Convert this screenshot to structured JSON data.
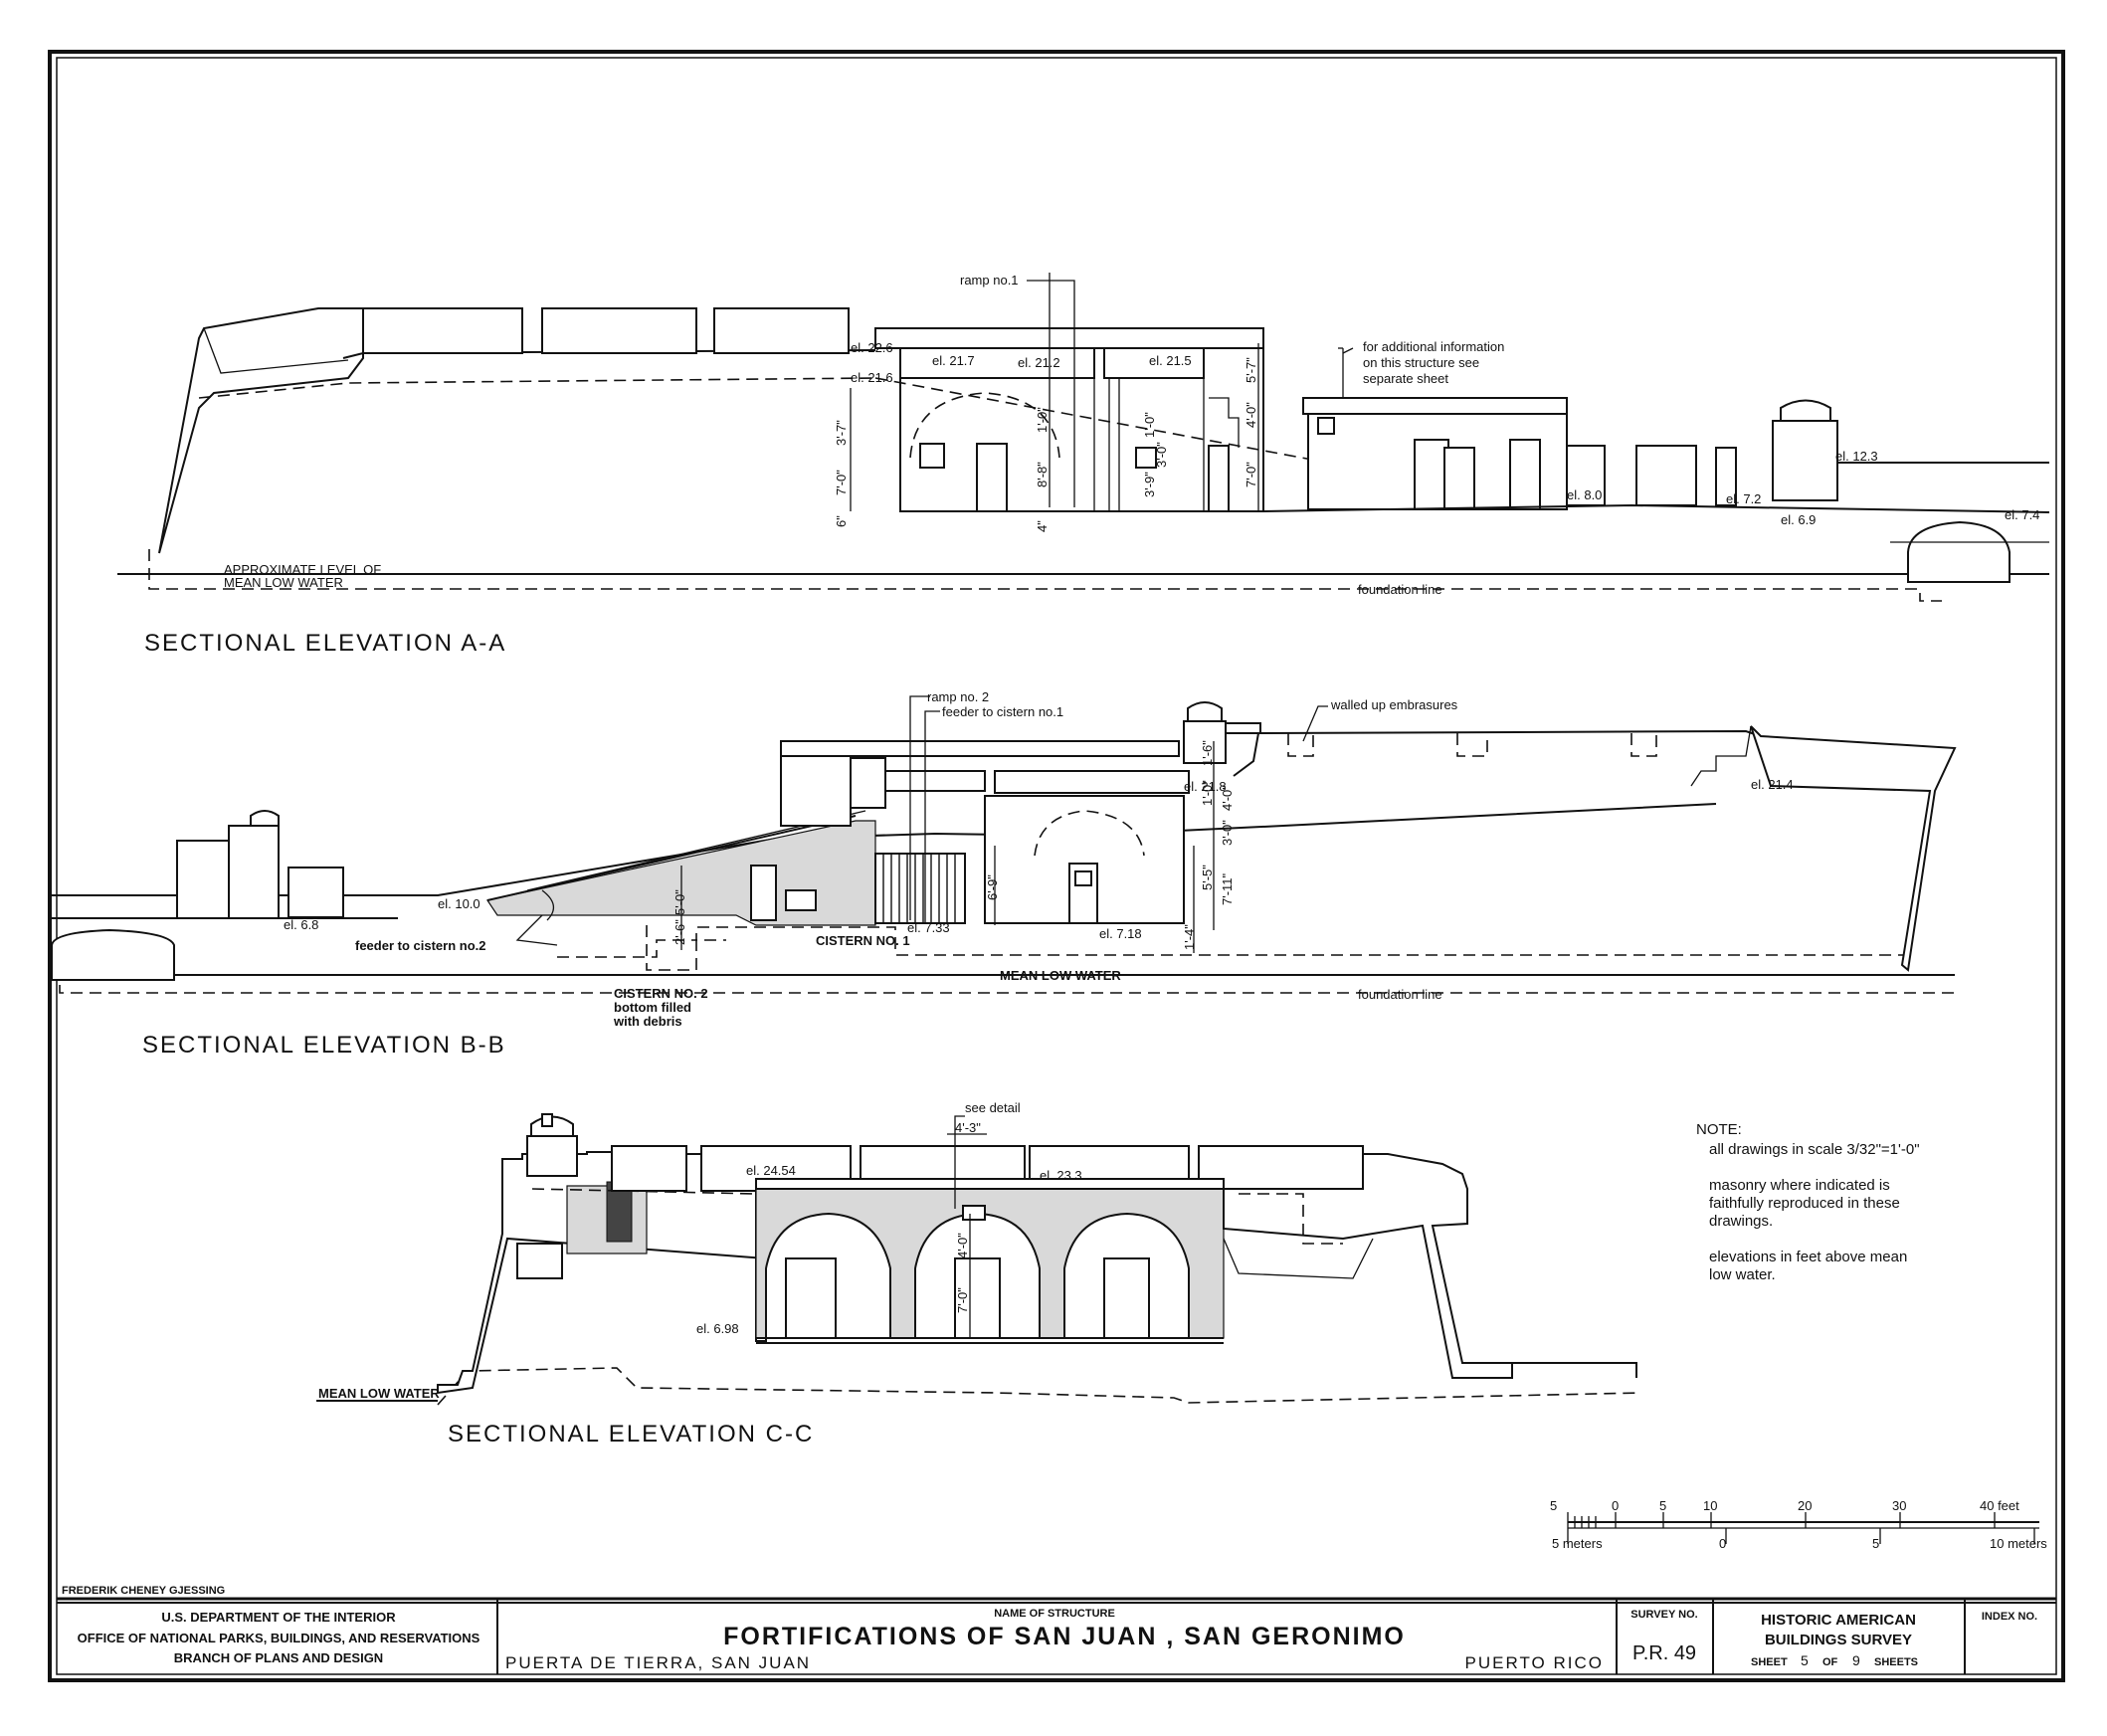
{
  "sections": {
    "aa": {
      "title": "SECTIONAL ELEVATION A-A",
      "labels": {
        "ramp": "ramp no.1",
        "el_22_6": "el. 22.6",
        "el_21_6": "el. 21.6",
        "el_21_7": "el. 21.7",
        "el_21_2": "el. 21.2",
        "el_21_5": "el. 21.5",
        "el_8_0": "el. 8.0",
        "el_7_2": "el. 7.2",
        "el_6_9": "el. 6.9",
        "el_7_4": "el. 7.4",
        "el_12_3": "el. 12.3",
        "note_line1": "for additional information",
        "note_line2": "on this structure see",
        "note_line3": "separate sheet",
        "mlw_line1": "APPROXIMATE LEVEL OF",
        "mlw_line2": "MEAN LOW WATER",
        "foundation": "foundation line",
        "dim_3_7": "3'-7\"",
        "dim_7_0": "7'-0\"",
        "dim_6": "6\"",
        "dim_1_0": "1'-0\"",
        "dim_8_8": "8'-8\"",
        "dim_4": "4\"",
        "dim_1_0b": "1'-0\"",
        "dim_3_0": "3'-0\"",
        "dim_3_9": "3'-9\"",
        "dim_5_7": "5'-7\"",
        "dim_4_0": "4'-0\"",
        "dim_7_0b": "7'-0\""
      }
    },
    "bb": {
      "title": "SECTIONAL ELEVATION B-B",
      "labels": {
        "ramp": "ramp no. 2",
        "feeder1": "feeder to cistern no.1",
        "embrasures": "walled up embrasures",
        "el_21_8": "el. 21.8",
        "el_21_4": "el. 21.4",
        "el_10_0": "el. 10.0",
        "el_6_8": "el. 6.8",
        "el_7_33": "el. 7.33",
        "el_7_18": "el. 7.18",
        "feeder2": "feeder to cistern no.2",
        "cistern1": "CISTERN NO. 1",
        "cistern2_line1": "CISTERN NO. 2",
        "cistern2_line2": "bottom filled",
        "cistern2_line3": "with debris",
        "mlw": "MEAN LOW WATER",
        "foundation": "foundation line",
        "dim_1_6": "1'-6\"",
        "dim_1_0": "1'-0\"",
        "dim_4_0": "4'-0\"",
        "dim_3_0": "3'-0\"",
        "dim_5_5": "5'-5\"",
        "dim_7_11": "7'-11\"",
        "dim_1_4": "1'-4\"",
        "dim_6_9": "6'-9\"",
        "dim_5_0": "5'-0\"",
        "dim_2_6": "2'-6\""
      }
    },
    "cc": {
      "title": "SECTIONAL ELEVATION C-C",
      "labels": {
        "see_detail": "see detail",
        "dim_4_3": "4'-3\"",
        "el_24_54": "el. 24.54",
        "el_23_3": "el. 23.3",
        "el_6_98": "el. 6.98",
        "mlw": "MEAN LOW WATER",
        "dim_7_0": "7'-0\"",
        "dim_4_0": "4'-0\""
      }
    }
  },
  "notes": {
    "heading": "NOTE:",
    "lines": [
      "all drawings in scale 3/32\"=1'-0\"",
      "",
      "masonry where indicated is",
      "faithfully reproduced in these",
      "drawings.",
      "",
      "elevations in feet above mean",
      "low water."
    ]
  },
  "scale_bar": {
    "feet_ticks": [
      "5",
      "0",
      "5",
      "10",
      "20",
      "30",
      "40 feet"
    ],
    "meter_ticks": [
      "5 meters",
      "0",
      "5",
      "10 meters"
    ]
  },
  "delineator": "FREDERIK CHENEY GJESSING",
  "title_block": {
    "dept_line1": "U.S. DEPARTMENT OF THE INTERIOR",
    "dept_line2": "OFFICE OF NATIONAL PARKS, BUILDINGS, AND RESERVATIONS",
    "dept_line3": "BRANCH OF PLANS AND DESIGN",
    "name_of_structure_label": "NAME OF STRUCTURE",
    "structure_name": "FORTIFICATIONS OF SAN JUAN , SAN GERONIMO",
    "location": "PUERTA DE TIERRA, SAN JUAN",
    "country": "PUERTO RICO",
    "survey_no_label": "SURVEY NO.",
    "survey_no": "P.R. 49",
    "habs_line1": "HISTORIC AMERICAN",
    "habs_line2": "BUILDINGS SURVEY",
    "sheet_word": "SHEET",
    "sheet_no": "5",
    "of_word": "OF",
    "sheet_total": "9",
    "sheets_word": "SHEETS",
    "index_label": "INDEX NO."
  }
}
